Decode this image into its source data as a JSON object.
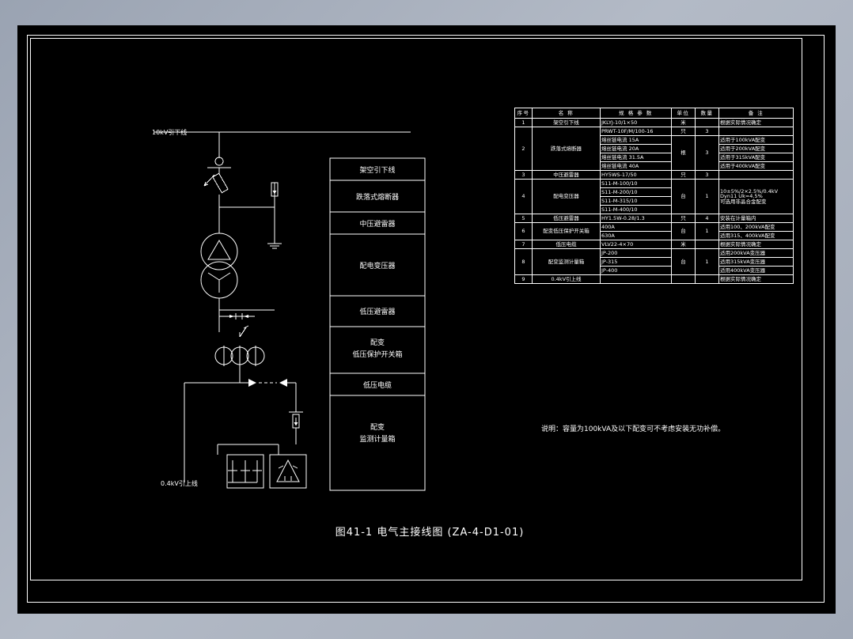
{
  "drawing": {
    "title": "图41-1  电气主接线图 (ZA-4-D1-01)",
    "note": "说明：容量为100kVA及以下配变可不考虑安装无功补偿。",
    "terminals": {
      "top": "10kV引下线",
      "bottom": "0.4kV引上线"
    },
    "stage_labels": [
      "架空引下线",
      "跌落式熔断器",
      "中压避雷器",
      "配电变压器",
      "低压避雷器",
      "配变\n低压保护开关箱",
      "低压电缆",
      "配变\n监测计量箱"
    ],
    "stage_label_lines": {
      "s1": "架空引下线",
      "s2": "跌落式熔断器",
      "s3": "中压避雷器",
      "s4": "配电变压器",
      "s5": "低压避雷器",
      "s6a": "配变",
      "s6b": "低压保护开关箱",
      "s7": "低压电缆",
      "s8a": "配变",
      "s8b": "监测计量箱"
    }
  },
  "table": {
    "headers": {
      "no": "序号",
      "name": "名 称",
      "spec": "规 格 参 数",
      "unit": "单位",
      "qty": "数量",
      "remark": "备 注"
    },
    "rows": [
      {
        "no": "1",
        "name": "架空引下线",
        "specs": [
          "JKLYJ-10/1×50"
        ],
        "unit": "米",
        "qty": "",
        "remarks": [
          "根据实际情况确定"
        ]
      },
      {
        "no": "2",
        "name": "跌落式熔断器",
        "specs": [
          "PRWT-10F/M/100-16",
          "熔丝链电流 15A",
          "熔丝链电流 20A",
          "熔丝链电流 31.5A",
          "熔丝链电流 40A"
        ],
        "unit": "只",
        "unit2": "根",
        "qty": "3",
        "qty2": "3",
        "remarks": [
          "",
          "适用于100kVA配变",
          "适用于200kVA配变",
          "适用于315kVA配变",
          "适用于400kVA配变"
        ]
      },
      {
        "no": "3",
        "name": "中压避雷器",
        "specs": [
          "HY5WS-17/50"
        ],
        "unit": "只",
        "qty": "3",
        "remarks": [
          ""
        ]
      },
      {
        "no": "4",
        "name": "配电变压器",
        "specs": [
          "S11-M-100/10",
          "S11-M-200/10",
          "S11-M-315/10",
          "S11-M-400/10"
        ],
        "unit": "台",
        "qty": "1",
        "remarks": [
          "10±5%/2×2.5%/0.4kV",
          "Dyn11 Uk=4.5%",
          "可选用非晶合金配变"
        ]
      },
      {
        "no": "5",
        "name": "低压避雷器",
        "specs": [
          "HY1.5W-0.28/1.3"
        ],
        "unit": "只",
        "qty": "4",
        "remarks": [
          "安装在计量箱内"
        ]
      },
      {
        "no": "6",
        "name": "配变低压保护开关箱",
        "specs": [
          "400A",
          "630A"
        ],
        "unit": "台",
        "qty": "1",
        "remarks": [
          "适用100、200kVA配变",
          "适用315、400kVA配变"
        ]
      },
      {
        "no": "7",
        "name": "低压电缆",
        "specs": [
          "VLV22-4×70"
        ],
        "unit": "米",
        "qty": "",
        "remarks": [
          "根据实际情况确定"
        ]
      },
      {
        "no": "8",
        "name": "配变监测计量箱",
        "specs": [
          "JP-200",
          "JP-315",
          "JP-400"
        ],
        "unit": "台",
        "qty": "1",
        "remarks": [
          "适用200kVA变压器",
          "适用315kVA变压器",
          "适用400kVA变压器"
        ]
      },
      {
        "no": "9",
        "name": "0.4kV引上线",
        "specs": [
          ""
        ],
        "unit": "",
        "qty": "",
        "remarks": [
          "根据实际情况确定"
        ]
      }
    ]
  },
  "colors": {
    "background": "#000000",
    "line": "#ffffff",
    "page": "#a8b0bd"
  }
}
